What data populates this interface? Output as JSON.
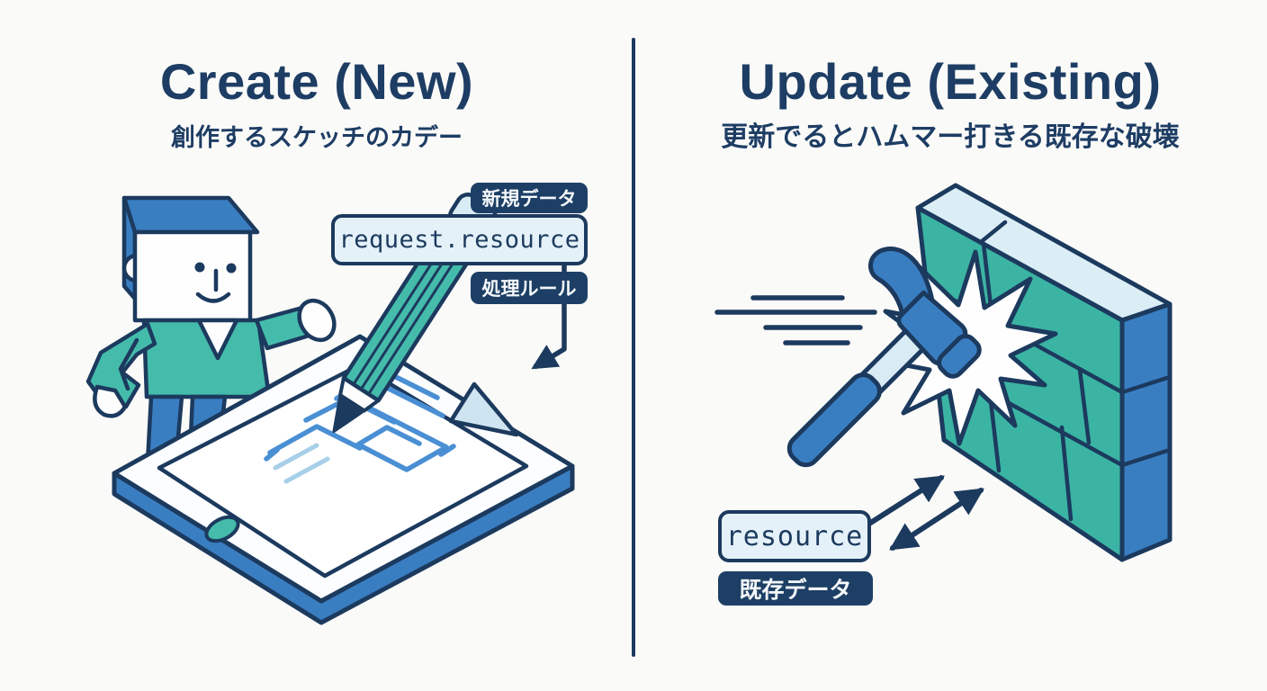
{
  "left": {
    "title": "Create  (New)",
    "subtitle": "創作するスケッチのカデー",
    "labels": {
      "top_tag": "新規データ",
      "code": "request.resource",
      "bottom_tag": "処理ルール"
    }
  },
  "right": {
    "title": "Update (Existing)",
    "subtitle": "更新でるとハムマー打きる既存な破壊",
    "labels": {
      "code": "resource",
      "tag": "既存データ"
    }
  },
  "colors": {
    "background": "#fafaf8",
    "navy_outline_text": "#1c3a5e",
    "title_text": "#1e3d64",
    "teal": "#45bcab",
    "wall_teal": "#3bb4a4",
    "blue": "#3a7ec2",
    "light_blue": "#d9ecf5",
    "label_tag_fill": "#1d3f66",
    "label_box_fill": "#e4f1f8",
    "sketch_blue": "#4a8fd4",
    "sketch_light_blue": "#a8cfe8"
  },
  "icons": {
    "person-illustration": "blocky character drawing",
    "pencil-icon": "large teal pencil",
    "tablet-illustration": "isometric tablet with sketch",
    "page-fold-icon": "folded page corner triangle",
    "arrow-down-left-icon": "connector arrow to tablet",
    "hammer-icon": "blue claw hammer",
    "impact-starburst-icon": "white impact burst",
    "speed-lines-icon": "motion lines",
    "brick-wall-illustration": "isometric teal brick wall",
    "arrow-up-right-icon": "arrow toward wall",
    "arrow-double-icon": "double-headed arrow",
    "divider-line": "vertical separator"
  }
}
